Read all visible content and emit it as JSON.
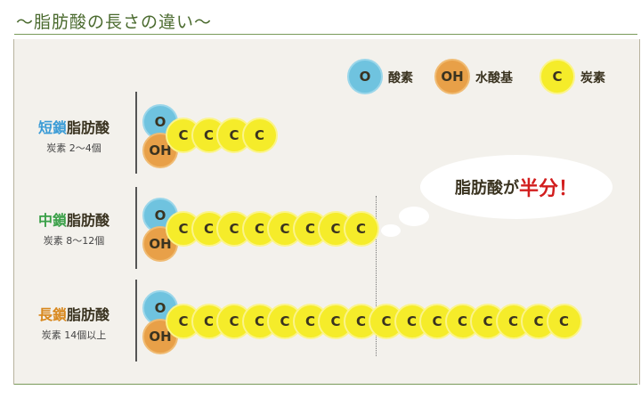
{
  "title": "〜脂肪酸の長さの違い〜",
  "legend": [
    {
      "symbol": "O",
      "label": "酸素"
    },
    {
      "symbol": "OH",
      "label": "水酸基"
    },
    {
      "symbol": "C",
      "label": "炭素"
    }
  ],
  "rows": [
    {
      "accent": "短鎖",
      "suffix": "脂肪酸",
      "carbon_text": "炭素 2〜4個",
      "accent_color": "#3a9bd6",
      "carbon_count": 4
    },
    {
      "accent": "中鎖",
      "suffix": "脂肪酸",
      "carbon_text": "炭素 8〜12個",
      "accent_color": "#3aa048",
      "carbon_count": 8
    },
    {
      "accent": "長鎖",
      "suffix": "脂肪酸",
      "carbon_text": "炭素 14個以上",
      "accent_color": "#d8881e",
      "carbon_count": 16
    }
  ],
  "bubble": {
    "prefix": "脂肪酸が",
    "emphasis": "半分！"
  },
  "colors": {
    "oxygen": "#6fc3df",
    "hydroxyl": "#e8a048",
    "carbon": "#f5ec2a"
  }
}
